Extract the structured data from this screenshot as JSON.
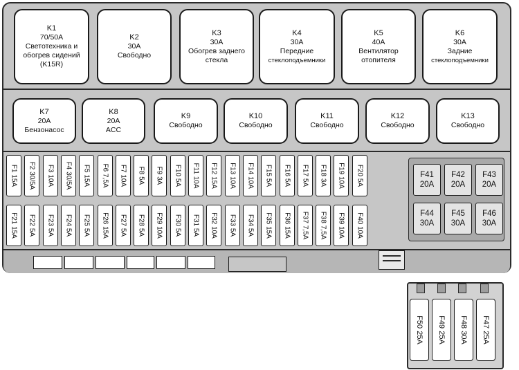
{
  "relays_top": [
    {
      "name": "K1",
      "lines": [
        "70/50A",
        "Светотехника и",
        "обогрев сидений",
        "(K15R)"
      ]
    },
    {
      "name": "K2",
      "lines": [
        "30A",
        "Свободно"
      ]
    },
    {
      "name": "K3",
      "lines": [
        "30A",
        "Обогрев заднего",
        "стекла"
      ]
    },
    {
      "name": "K4",
      "lines": [
        "30A",
        "Передние",
        "стеклоподъемники"
      ]
    },
    {
      "name": "K5",
      "lines": [
        "40A",
        "Вентилятор",
        "отопителя"
      ]
    },
    {
      "name": "K6",
      "lines": [
        "30A",
        "Задние",
        "стеклоподъемники"
      ]
    }
  ],
  "relays_mid": [
    {
      "name": "K7",
      "lines": [
        "20A",
        "Бензонасос"
      ]
    },
    {
      "name": "K8",
      "lines": [
        "20A",
        "ACC"
      ]
    },
    {
      "name": "K9",
      "lines": [
        "Свободно"
      ]
    },
    {
      "name": "K10",
      "lines": [
        "Свободно"
      ]
    },
    {
      "name": "K11",
      "lines": [
        "Свободно"
      ]
    },
    {
      "name": "K12",
      "lines": [
        "Свободно"
      ]
    },
    {
      "name": "K13",
      "lines": [
        "Свободно"
      ]
    }
  ],
  "fuses_row1": [
    "F1 15A",
    "F2 30/5A",
    "F3 10A",
    "F4 30/5A",
    "F5 15A",
    "F6 7,5A",
    "F7 10A",
    "F8 5A",
    "F9 3A",
    "F10 5A",
    "F11 10A",
    "F12 15A",
    "F13 10A",
    "F14 10A",
    "F15 5A",
    "F16 5A",
    "F17 5A",
    "F18 3A",
    "F19 10A",
    "F20 5A"
  ],
  "fuses_row2": [
    "F21 15A",
    "F22 5A",
    "F23 5A",
    "F24 5A",
    "F25 5A",
    "F26 15A",
    "F27 5A",
    "F28 5A",
    "F29 10A",
    "F30 5A",
    "F31 5A",
    "F32 10A",
    "F33 5A",
    "F34 5A",
    "F35 15A",
    "F36 15A",
    "F37 7,5A",
    "F38 7,5A",
    "F39 10A",
    "F40 10A"
  ],
  "maxi_fuses": [
    {
      "name": "F41",
      "rating": "20A"
    },
    {
      "name": "F42",
      "rating": "20A"
    },
    {
      "name": "F43",
      "rating": "20A"
    },
    {
      "name": "F44",
      "rating": "30A"
    },
    {
      "name": "F45",
      "rating": "30A"
    },
    {
      "name": "F46",
      "rating": "30A"
    }
  ],
  "lower_fuses": [
    "F50 25A",
    "F49 25A",
    "F48 30A",
    "F47 25A"
  ],
  "colors": {
    "housing": "#c6c6c6",
    "outline": "#2a2a2a",
    "relay_fill": "#ffffff"
  }
}
